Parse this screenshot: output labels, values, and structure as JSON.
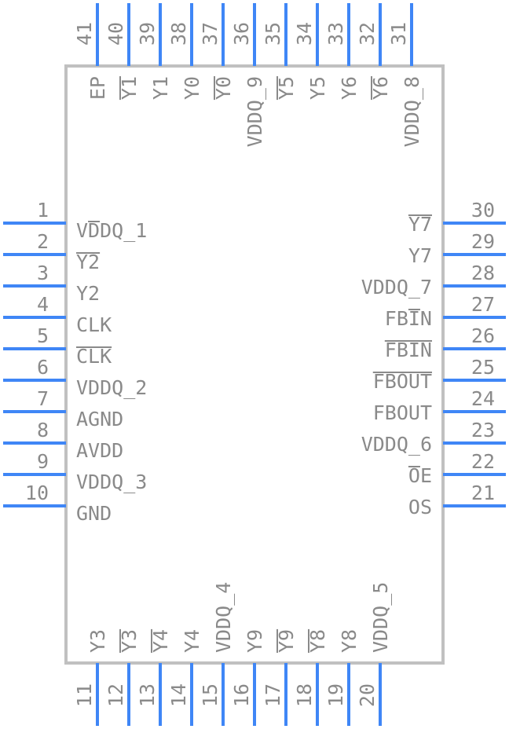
{
  "colors": {
    "pin": "#3f86f6",
    "body": "#c0c0c0",
    "text": "#8a8a8a"
  },
  "pins": {
    "left": [
      {
        "num": "1",
        "label": "VDDQ_1",
        "bar": [
          1,
          2
        ]
      },
      {
        "num": "2",
        "label": "Y2",
        "bar": [
          0,
          2
        ]
      },
      {
        "num": "3",
        "label": "Y2"
      },
      {
        "num": "4",
        "label": "CLK"
      },
      {
        "num": "5",
        "label": "CLK",
        "bar": [
          0,
          3
        ]
      },
      {
        "num": "6",
        "label": "VDDQ_2"
      },
      {
        "num": "7",
        "label": "AGND"
      },
      {
        "num": "8",
        "label": "AVDD"
      },
      {
        "num": "9",
        "label": "VDDQ_3"
      },
      {
        "num": "10",
        "label": "GND"
      }
    ],
    "right": [
      {
        "num": "30",
        "label": "Y7",
        "bar": [
          0,
          2
        ]
      },
      {
        "num": "29",
        "label": "Y7"
      },
      {
        "num": "28",
        "label": "VDDQ_7"
      },
      {
        "num": "27",
        "label": "FBIN",
        "bar": [
          2,
          3
        ]
      },
      {
        "num": "26",
        "label": "FBIN",
        "bar": [
          0,
          4
        ]
      },
      {
        "num": "25",
        "label": "FBOUT",
        "bar": [
          0,
          5
        ]
      },
      {
        "num": "24",
        "label": "FBOUT"
      },
      {
        "num": "23",
        "label": "VDDQ_6"
      },
      {
        "num": "22",
        "label": "OE",
        "bar": [
          0,
          1
        ]
      },
      {
        "num": "21",
        "label": "OS"
      }
    ],
    "top": [
      {
        "num": "41",
        "label": "EP"
      },
      {
        "num": "40",
        "label": "Y1",
        "bar": [
          0,
          2
        ]
      },
      {
        "num": "39",
        "label": "Y1"
      },
      {
        "num": "38",
        "label": "Y0"
      },
      {
        "num": "37",
        "label": "Y0",
        "bar": [
          0,
          2
        ]
      },
      {
        "num": "36",
        "label": "VDDQ_9"
      },
      {
        "num": "35",
        "label": "Y5",
        "bar": [
          0,
          2
        ]
      },
      {
        "num": "34",
        "label": "Y5"
      },
      {
        "num": "33",
        "label": "Y6"
      },
      {
        "num": "32",
        "label": "Y6",
        "bar": [
          0,
          2
        ]
      },
      {
        "num": "31",
        "label": "VDDQ_8"
      }
    ],
    "bottom": [
      {
        "num": "11",
        "label": "Y3"
      },
      {
        "num": "12",
        "label": "Y3",
        "bar": [
          0,
          2
        ]
      },
      {
        "num": "13",
        "label": "Y4",
        "bar": [
          0,
          2
        ]
      },
      {
        "num": "14",
        "label": "Y4"
      },
      {
        "num": "15",
        "label": "VDDQ_4"
      },
      {
        "num": "16",
        "label": "Y9"
      },
      {
        "num": "17",
        "label": "Y9",
        "bar": [
          0,
          2
        ]
      },
      {
        "num": "18",
        "label": "Y8",
        "bar": [
          0,
          2
        ]
      },
      {
        "num": "19",
        "label": "Y8"
      },
      {
        "num": "20",
        "label": "VDDQ_5"
      }
    ]
  }
}
